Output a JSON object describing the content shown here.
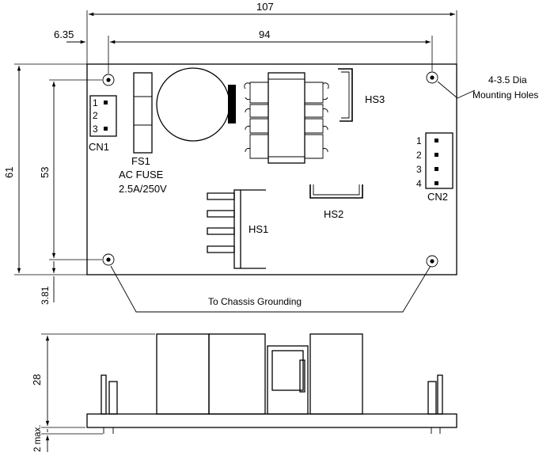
{
  "dimensions": {
    "overall_width": "107",
    "hole_spacing_x": "94",
    "hole_offset_x": "6.35",
    "overall_height": "61",
    "hole_spacing_y": "53",
    "hole_offset_y": "3.81",
    "profile_height": "28",
    "pin_length": "2 max."
  },
  "components": {
    "cn1_label": "CN1",
    "cn1_pins": [
      "1",
      "2",
      "3"
    ],
    "fuse_designator": "FS1",
    "fuse_type": "AC FUSE",
    "fuse_rating": "2.5A/250V",
    "hs1": "HS1",
    "hs2": "HS2",
    "hs3": "HS3",
    "cn2_label": "CN2",
    "cn2_pins": [
      "1",
      "2",
      "3",
      "4"
    ]
  },
  "annotations": {
    "holes_line1": "4-3.5 Dia",
    "holes_line2": "Mounting Holes",
    "grounding": "To Chassis Grounding"
  }
}
